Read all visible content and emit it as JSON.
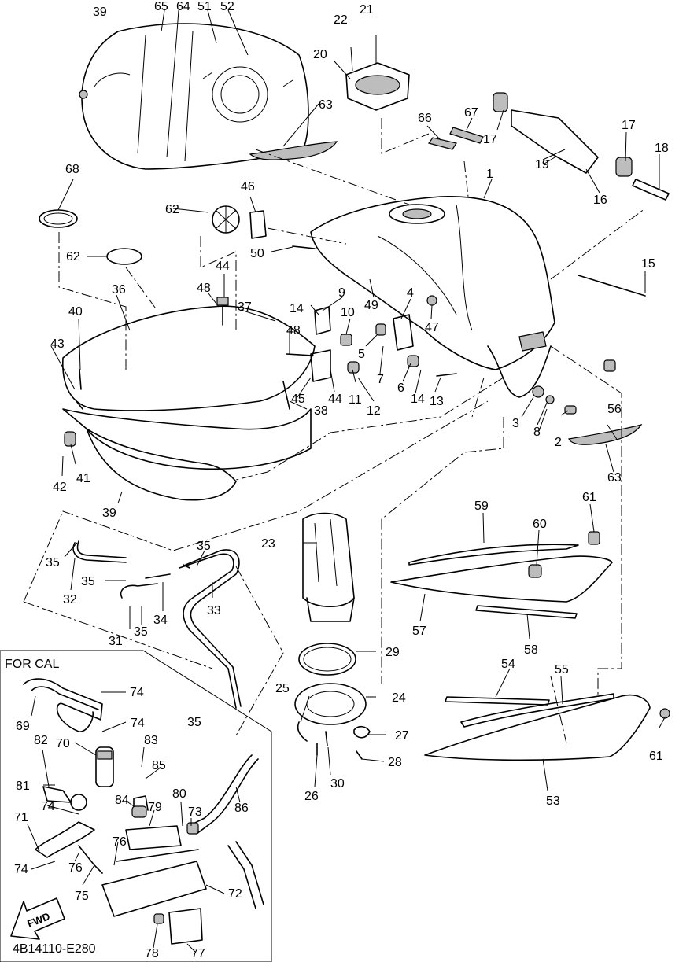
{
  "diagram": {
    "inset_title": "FOR CAL",
    "drawing_code": "4B14110-E280",
    "fwd_label": "FWD",
    "callouts": [
      {
        "id": "c1",
        "text": "1"
      },
      {
        "id": "c2",
        "text": "2"
      },
      {
        "id": "c3",
        "text": "3"
      },
      {
        "id": "c4",
        "text": "4"
      },
      {
        "id": "c5",
        "text": "5"
      },
      {
        "id": "c6",
        "text": "6"
      },
      {
        "id": "c7",
        "text": "7"
      },
      {
        "id": "c8",
        "text": "8"
      },
      {
        "id": "c9",
        "text": "9"
      },
      {
        "id": "c10",
        "text": "10"
      },
      {
        "id": "c11",
        "text": "11"
      },
      {
        "id": "c12",
        "text": "12"
      },
      {
        "id": "c13",
        "text": "13"
      },
      {
        "id": "c14a",
        "text": "14"
      },
      {
        "id": "c14b",
        "text": "14"
      },
      {
        "id": "c15",
        "text": "15"
      },
      {
        "id": "c16",
        "text": "16"
      },
      {
        "id": "c17a",
        "text": "17"
      },
      {
        "id": "c17b",
        "text": "17"
      },
      {
        "id": "c18",
        "text": "18"
      },
      {
        "id": "c19",
        "text": "19"
      },
      {
        "id": "c20",
        "text": "20"
      },
      {
        "id": "c21",
        "text": "21"
      },
      {
        "id": "c22",
        "text": "22"
      },
      {
        "id": "c23",
        "text": "23"
      },
      {
        "id": "c24",
        "text": "24"
      },
      {
        "id": "c25",
        "text": "25"
      },
      {
        "id": "c26",
        "text": "26"
      },
      {
        "id": "c27",
        "text": "27"
      },
      {
        "id": "c28",
        "text": "28"
      },
      {
        "id": "c29",
        "text": "29"
      },
      {
        "id": "c30",
        "text": "30"
      },
      {
        "id": "c31",
        "text": "31"
      },
      {
        "id": "c32",
        "text": "32"
      },
      {
        "id": "c33",
        "text": "33"
      },
      {
        "id": "c34",
        "text": "34"
      },
      {
        "id": "c35a",
        "text": "35"
      },
      {
        "id": "c35b",
        "text": "35"
      },
      {
        "id": "c35c",
        "text": "35"
      },
      {
        "id": "c35d",
        "text": "35"
      },
      {
        "id": "c35e",
        "text": "35"
      },
      {
        "id": "c36",
        "text": "36"
      },
      {
        "id": "c37",
        "text": "37"
      },
      {
        "id": "c38",
        "text": "38"
      },
      {
        "id": "c39a",
        "text": "39"
      },
      {
        "id": "c39b",
        "text": "39"
      },
      {
        "id": "c40",
        "text": "40"
      },
      {
        "id": "c41",
        "text": "41"
      },
      {
        "id": "c42",
        "text": "42"
      },
      {
        "id": "c43",
        "text": "43"
      },
      {
        "id": "c44a",
        "text": "44"
      },
      {
        "id": "c44b",
        "text": "44"
      },
      {
        "id": "c45",
        "text": "45"
      },
      {
        "id": "c46",
        "text": "46"
      },
      {
        "id": "c47",
        "text": "47"
      },
      {
        "id": "c48a",
        "text": "48"
      },
      {
        "id": "c48b",
        "text": "48"
      },
      {
        "id": "c49",
        "text": "49"
      },
      {
        "id": "c50",
        "text": "50"
      },
      {
        "id": "c51",
        "text": "51"
      },
      {
        "id": "c52",
        "text": "52"
      },
      {
        "id": "c53",
        "text": "53"
      },
      {
        "id": "c54",
        "text": "54"
      },
      {
        "id": "c55",
        "text": "55"
      },
      {
        "id": "c56",
        "text": "56"
      },
      {
        "id": "c57",
        "text": "57"
      },
      {
        "id": "c58",
        "text": "58"
      },
      {
        "id": "c59",
        "text": "59"
      },
      {
        "id": "c60",
        "text": "60"
      },
      {
        "id": "c61a",
        "text": "61"
      },
      {
        "id": "c61b",
        "text": "61"
      },
      {
        "id": "c62a",
        "text": "62"
      },
      {
        "id": "c62b",
        "text": "62"
      },
      {
        "id": "c63a",
        "text": "63"
      },
      {
        "id": "c63b",
        "text": "63"
      },
      {
        "id": "c64",
        "text": "64"
      },
      {
        "id": "c65",
        "text": "65"
      },
      {
        "id": "c66",
        "text": "66"
      },
      {
        "id": "c67",
        "text": "67"
      },
      {
        "id": "c68",
        "text": "68"
      },
      {
        "id": "c69",
        "text": "69"
      },
      {
        "id": "c70",
        "text": "70"
      },
      {
        "id": "c71",
        "text": "71"
      },
      {
        "id": "c72",
        "text": "72"
      },
      {
        "id": "c73",
        "text": "73"
      },
      {
        "id": "c74a",
        "text": "74"
      },
      {
        "id": "c74b",
        "text": "74"
      },
      {
        "id": "c74c",
        "text": "74"
      },
      {
        "id": "c74d",
        "text": "74"
      },
      {
        "id": "c75",
        "text": "75"
      },
      {
        "id": "c76a",
        "text": "76"
      },
      {
        "id": "c76b",
        "text": "76"
      },
      {
        "id": "c77",
        "text": "77"
      },
      {
        "id": "c78",
        "text": "78"
      },
      {
        "id": "c79",
        "text": "79"
      },
      {
        "id": "c80",
        "text": "80"
      },
      {
        "id": "c81",
        "text": "81"
      },
      {
        "id": "c82",
        "text": "82"
      },
      {
        "id": "c83",
        "text": "83"
      },
      {
        "id": "c84",
        "text": "84"
      },
      {
        "id": "c85",
        "text": "85"
      },
      {
        "id": "c86",
        "text": "86"
      }
    ]
  }
}
